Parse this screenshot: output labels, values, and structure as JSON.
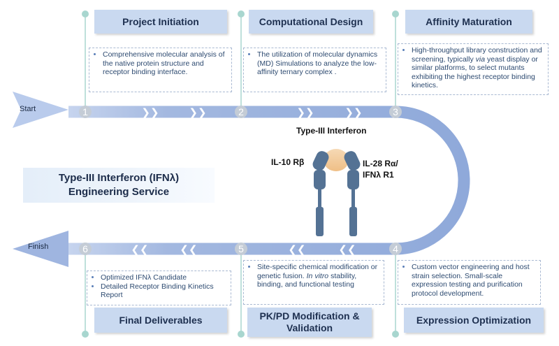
{
  "start_label": "Start",
  "finish_label": "Finish",
  "service": {
    "line1": "Type-III Interferon (IFNλ)",
    "line2": "Engineering Service"
  },
  "structure": {
    "title": "Type-III Interferon",
    "left_receptor": "IL-10 Rβ",
    "right_receptor_line1": "IL-28 Rα/",
    "right_receptor_line2": "IFNλ R1"
  },
  "stages": [
    {
      "number": "1",
      "title": "Project Initiation",
      "items": [
        "Comprehensive molecular analysis of the native protein structure and receptor binding interface."
      ]
    },
    {
      "number": "2",
      "title": "Computational Design",
      "items": [
        "The utilization of molecular dynamics (MD) Simulations to analyze the low-affinity ternary complex ."
      ]
    },
    {
      "number": "3",
      "title": "Affinity Maturation",
      "items": [
        "High-throughput library construction and screening, typically via yeast display or similar platforms, to select mutants exhibiting the highest receptor binding kinetics."
      ]
    },
    {
      "number": "4",
      "title": "Expression Optimization",
      "items": [
        "Custom vector engineering and host strain selection. Small-scale expression testing and purification protocol development."
      ]
    },
    {
      "number": "5",
      "title": "PK/PD Modification & Validation",
      "items": [
        "Site-specific chemical modification or genetic fusion. In vitro stability, binding, and functional testing"
      ]
    },
    {
      "number": "6",
      "title": "Final Deliverables",
      "items": [
        "Optimized IFNλ Candidate",
        "Detailed Receptor Binding Kinetics Report"
      ]
    }
  ],
  "arrows": {
    "forward": "❯❯",
    "backward": "❮❮"
  },
  "colors": {
    "track": "#9fb5de",
    "track_dark": "#7f9cd4",
    "stage_title_bg": "#c9d9f0",
    "connector": "#a8d6cf",
    "receptor": "#547294",
    "ligand": "#f2c894",
    "node": "#c4ccd6"
  }
}
